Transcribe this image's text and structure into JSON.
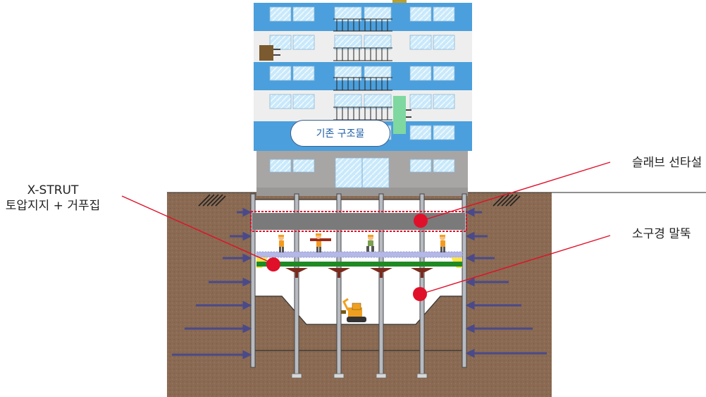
{
  "labels": {
    "existing_structure": "기존 구조물",
    "slab": "슬래브 선타설",
    "pile": "소구경 말뚝",
    "xstrut_line1": "X-STRUT",
    "xstrut_line2": "토압지지 + 거푸집"
  },
  "colors": {
    "soil": "#8a6a52",
    "building_band": "#4b9fdc",
    "building_wall": "#eeeeee",
    "ground_floor": "#a8a5a5",
    "slab": "#7a7a7a",
    "strut": "#1f8a24",
    "steel_support": "#7b2a1e",
    "pile": "#b8bcc2",
    "pressure_arrow": "#4a4a8a",
    "leader_line": "#e0102a",
    "marker": "#e0102a",
    "excavator": "#f0a020"
  },
  "icons": [
    "worker-icon",
    "excavator-icon",
    "earth-pressure-arrow-icon",
    "ground-hatch-icon"
  ]
}
